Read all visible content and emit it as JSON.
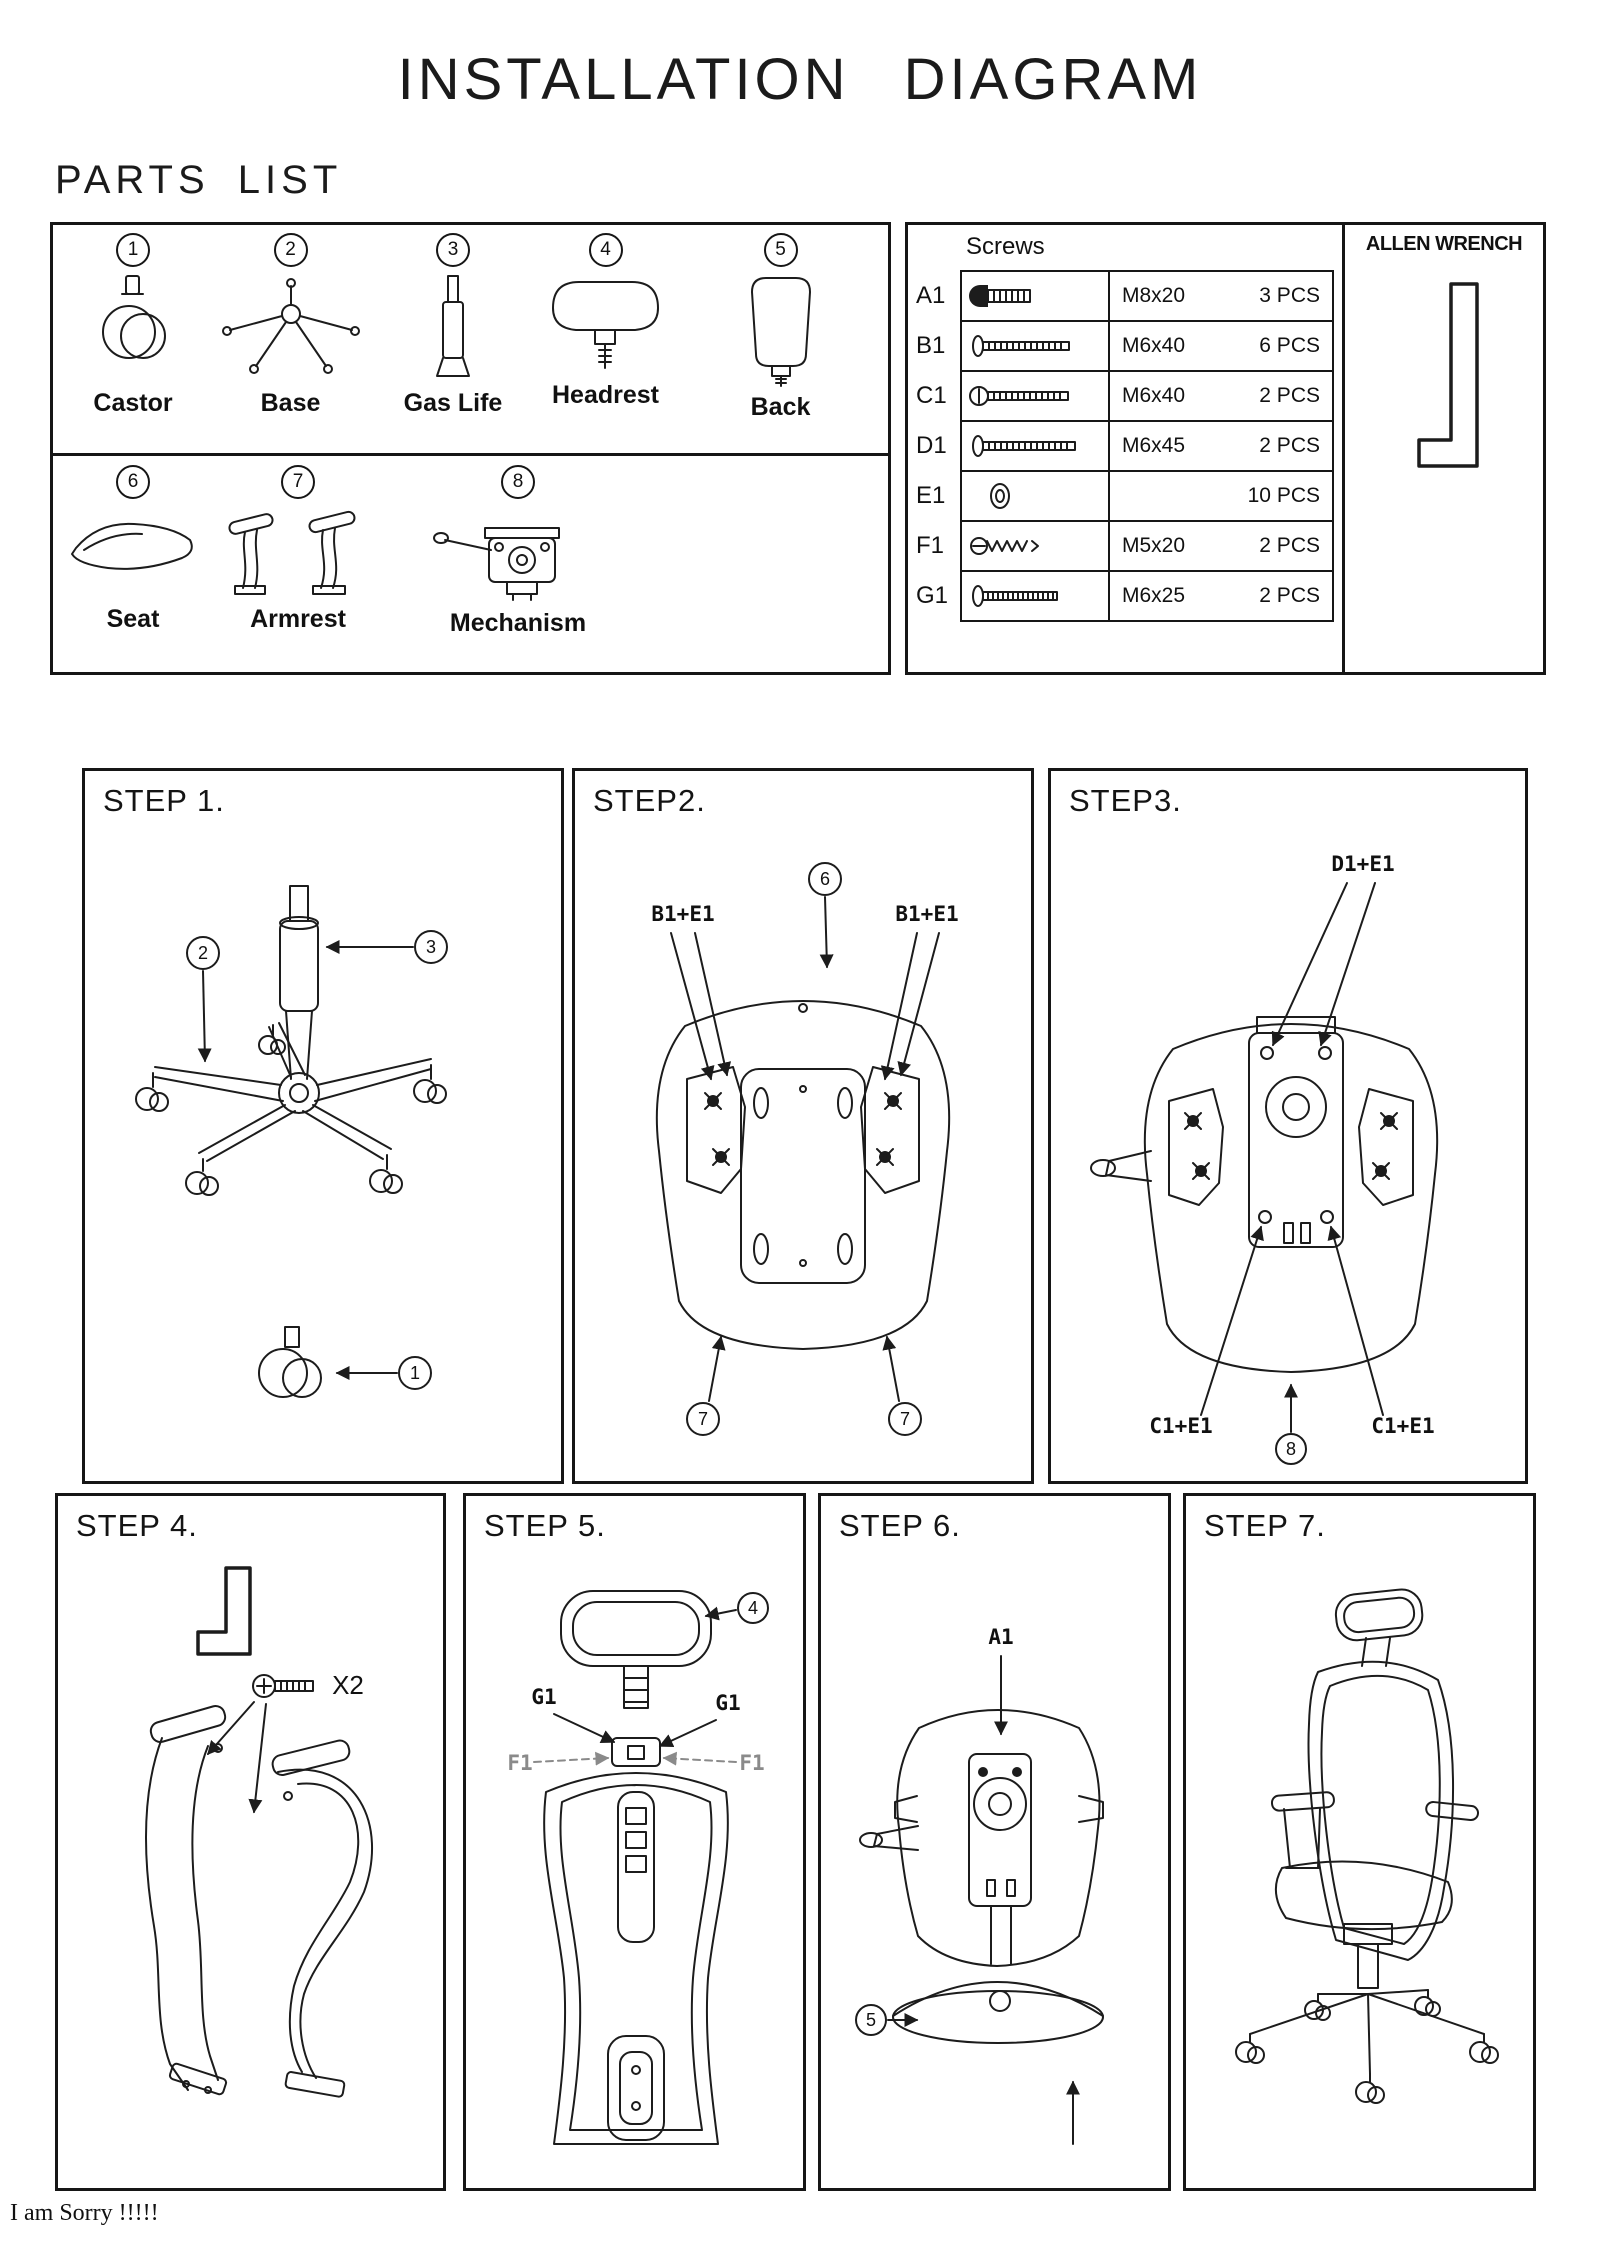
{
  "title": "INSTALLATION DIAGRAM",
  "parts_list": {
    "heading": "PARTS LIST",
    "items": [
      {
        "num": "1",
        "label": "Castor"
      },
      {
        "num": "2",
        "label": "Base"
      },
      {
        "num": "3",
        "label": "Gas Life"
      },
      {
        "num": "4",
        "label": "Headrest"
      },
      {
        "num": "5",
        "label": "Back"
      },
      {
        "num": "6",
        "label": "Seat"
      },
      {
        "num": "7",
        "label": "Armrest"
      },
      {
        "num": "8",
        "label": "Mechanism"
      }
    ]
  },
  "screws": {
    "heading": "Screws",
    "allen_wrench_label": "ALLEN WRENCH",
    "rows": [
      {
        "id": "A1",
        "spec": "M8x20",
        "qty": "3 PCS"
      },
      {
        "id": "B1",
        "spec": "M6x40",
        "qty": "6 PCS"
      },
      {
        "id": "C1",
        "spec": "M6x40",
        "qty": "2 PCS"
      },
      {
        "id": "D1",
        "spec": "M6x45",
        "qty": "2 PCS"
      },
      {
        "id": "E1",
        "spec": "",
        "qty": "10 PCS"
      },
      {
        "id": "F1",
        "spec": "M5x20",
        "qty": "2 PCS"
      },
      {
        "id": "G1",
        "spec": "M6x25",
        "qty": "2 PCS"
      }
    ]
  },
  "steps": {
    "step1": {
      "title": "STEP 1.",
      "base_num": "2",
      "gas_lift_num": "3",
      "castor_num": "1"
    },
    "step2": {
      "title": "STEP2.",
      "screw_label_left": "B1+E1",
      "screw_label_right": "B1+E1",
      "seat_num": "6",
      "armrest_num_left": "7",
      "armrest_num_right": "7"
    },
    "step3": {
      "title": "STEP3.",
      "screw_label_top": "D1+E1",
      "screw_label_bottom_left": "C1+E1",
      "screw_label_bottom_right": "C1+E1",
      "mechanism_num": "8"
    },
    "step4": {
      "title": "STEP 4.",
      "screw_count_label": "X2"
    },
    "step5": {
      "title": "STEP 5.",
      "headrest_num": "4",
      "g1_label_left": "G1",
      "g1_label_right": "G1",
      "f1_label_left": "F1",
      "f1_label_right": "F1"
    },
    "step6": {
      "title": "STEP 6.",
      "screw_label_top": "A1",
      "back_num": "5"
    },
    "step7": {
      "title": "STEP 7."
    }
  },
  "footer_note": "I am Sorry !!!!!"
}
